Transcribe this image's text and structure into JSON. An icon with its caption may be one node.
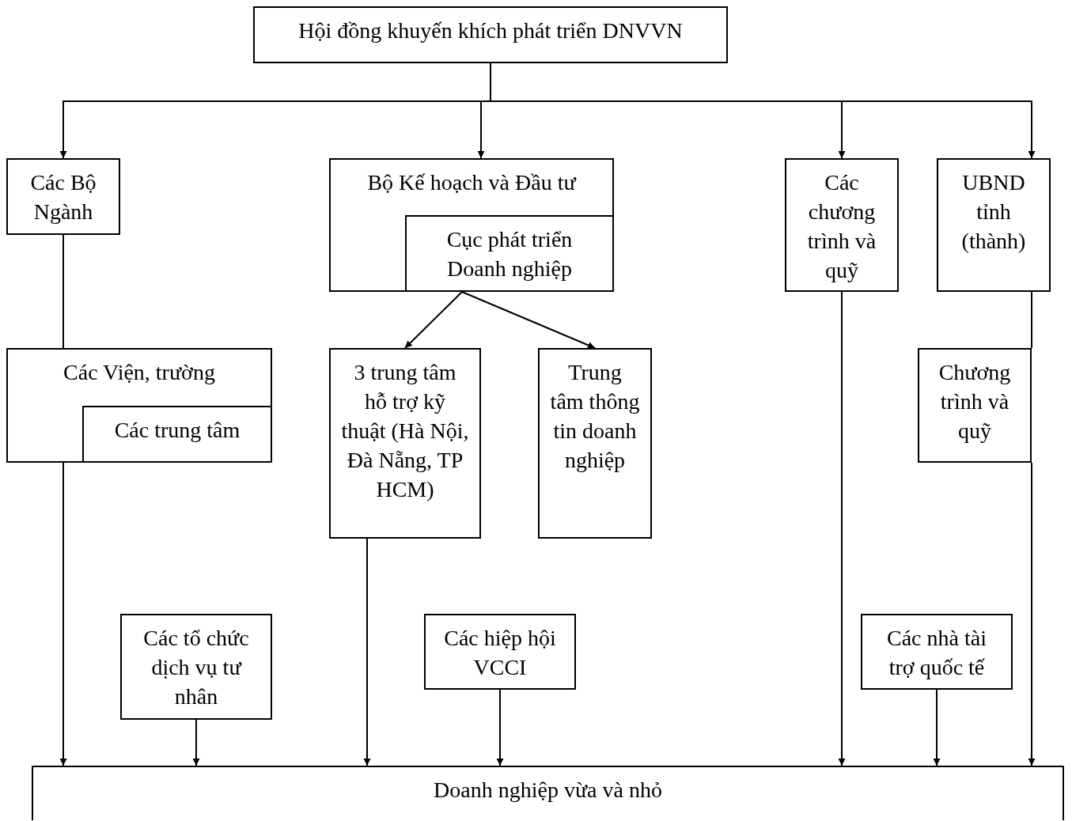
{
  "diagram": {
    "nodes": [
      {
        "text": [
          "Hội đồng khuyến khích phát triển DNVVN"
        ]
      },
      {
        "text": [
          "Các Bộ Ngành"
        ]
      },
      {
        "text": [
          "Bộ Kế hoạch và Đầu tư"
        ]
      },
      {
        "text": [
          "Cục phát triển Doanh nghiệp"
        ],
        "in": 2
      },
      {
        "text": [
          "Các chương trình và quỹ"
        ]
      },
      {
        "text": [
          "UBND tỉnh (thành)"
        ]
      },
      {
        "text": [
          "Các Viện, trường"
        ]
      },
      {
        "text": [
          "Các trung tâm"
        ],
        "in": 6
      },
      {
        "text": [
          "3 trung tâm hỗ trợ kỹ thuật (Hà Nội, Đà Nẵng, TP HCM)"
        ]
      },
      {
        "text": [
          "Trung tâm thông tin doanh nghiệp"
        ]
      },
      {
        "text": [
          "Chương trình và quỹ"
        ]
      },
      {
        "text": [
          "Các tổ chức dịch vụ tư nhân"
        ]
      },
      {
        "text": [
          "Các hiệp hội VCCI"
        ]
      },
      {
        "text": [
          "Các nhà tài trợ quốc tế"
        ]
      },
      {
        "text": [
          "Doanh nghiệp vừa và nhỏ"
        ]
      }
    ],
    "edges": [
      {
        "from": 0,
        "to": 1,
        "arrow": "to"
      },
      {
        "from": 0,
        "to": 2,
        "arrow": "to"
      },
      {
        "from": 0,
        "to": 4,
        "arrow": "to"
      },
      {
        "from": 0,
        "to": 5,
        "arrow": "to"
      },
      {
        "from": 1,
        "to": 6,
        "arrow": "none"
      },
      {
        "from": 5,
        "to": 10,
        "arrow": "none"
      },
      {
        "from": 3,
        "to": 8,
        "arrow": "to"
      },
      {
        "from": 3,
        "to": 9,
        "arrow": "to"
      },
      {
        "from": 6,
        "to": 14,
        "arrow": "to"
      },
      {
        "from": 11,
        "to": 14,
        "arrow": "to"
      },
      {
        "from": 8,
        "to": 14,
        "arrow": "to"
      },
      {
        "from": 12,
        "to": 14,
        "arrow": "to"
      },
      {
        "from": 4,
        "to": 14,
        "arrow": "to"
      },
      {
        "from": 13,
        "to": 14,
        "arrow": "to"
      },
      {
        "from": 10,
        "to": 14,
        "arrow": "to"
      }
    ]
  }
}
